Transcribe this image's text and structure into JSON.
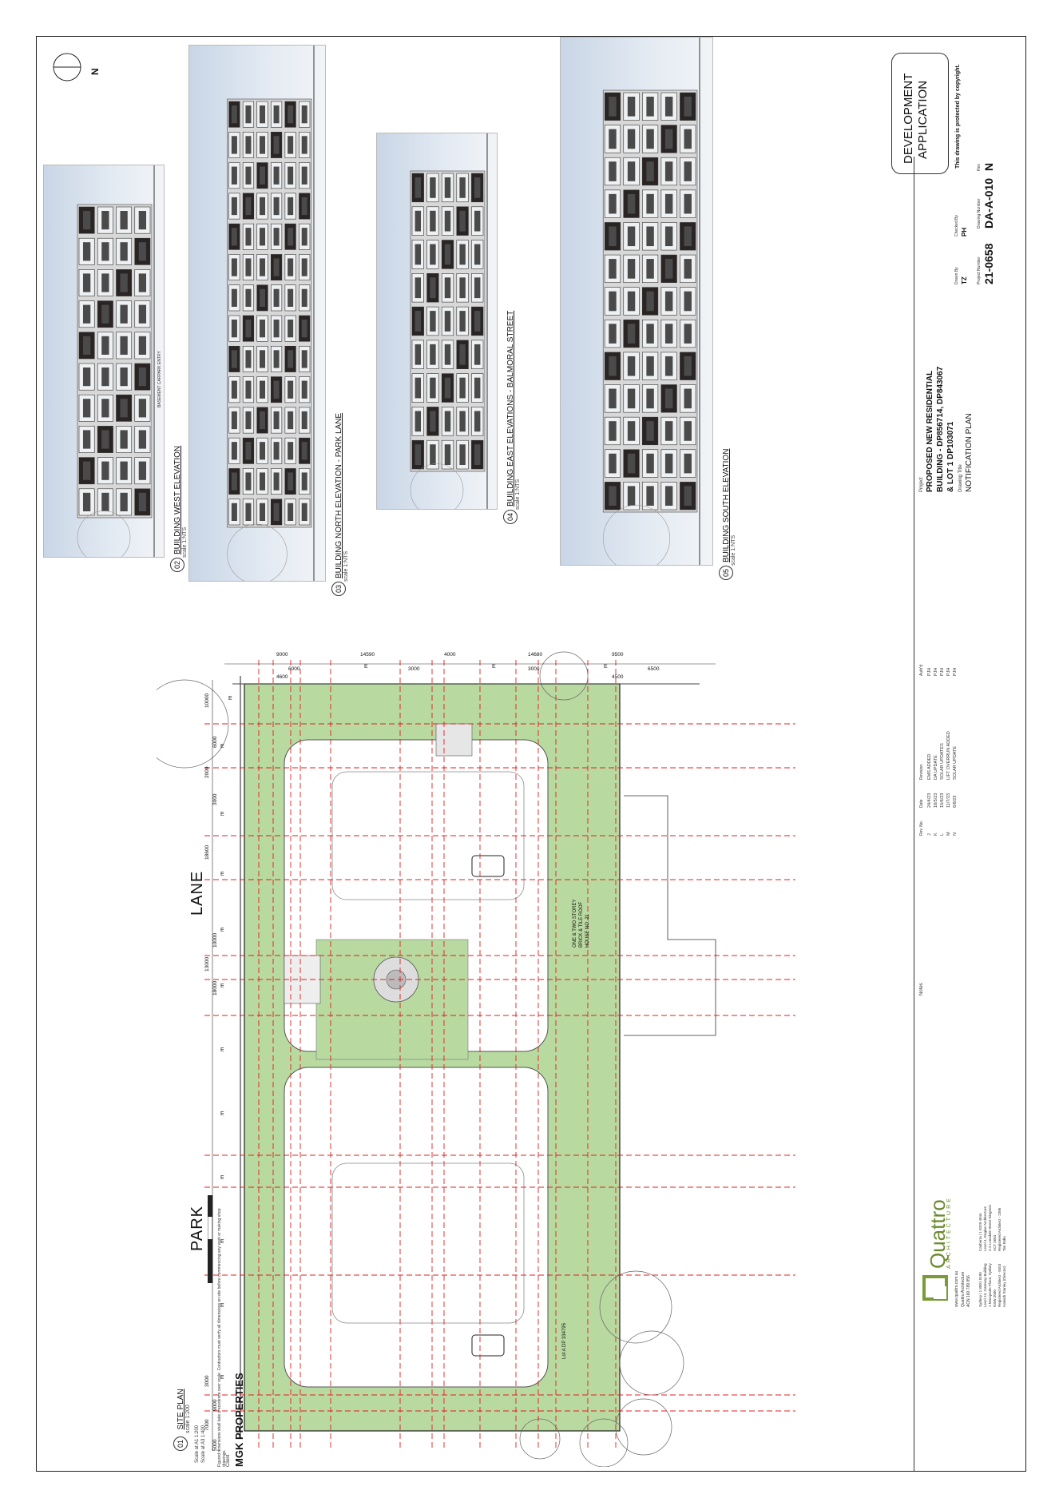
{
  "north": {
    "label": "N"
  },
  "stamp": {
    "line1": "DEVELOPMENT",
    "line2": "APPLICATION",
    "note": "This drawing is protected by copyright."
  },
  "elevations": [
    {
      "num": "02",
      "title": "BUILDING WEST ELEVATION",
      "scale": "scale 1:NTS",
      "note": "BASEMENT CARPARK ENTRY"
    },
    {
      "num": "03",
      "title": "BUILDING NORTH ELEVATION - PARK LANE",
      "scale": "scale 1:NTS"
    },
    {
      "num": "04",
      "title": "BUILDING EAST ELEVATIONS - BALMORAL STREET",
      "scale": "scale 1:NTS"
    },
    {
      "num": "05",
      "title": "BUILDING SOUTH ELEVATION",
      "scale": "scale 1:NTS"
    }
  ],
  "site_plan": {
    "num": "01",
    "title": "SITE PLAN",
    "scale": "scale 1:200",
    "street_park": "PARK",
    "street_lane": "LANE",
    "neighbour": "ONE & TWO STOREY BRICK & TILE ROOF HOUSE NO. 21",
    "lot_label": "Lot A DP 334795",
    "dims_top": [
      "9000",
      "14590",
      "4000",
      "14680",
      "9500"
    ],
    "dims_top2": [
      "6000",
      "3000",
      "3000",
      "6500"
    ],
    "dims_top3": [
      "4600",
      "4500"
    ],
    "dims_left": [
      "10000",
      "6000",
      "2000",
      "3000",
      "18600",
      "18000",
      "13000",
      "10000",
      "3000",
      "9000",
      "7000",
      "5000"
    ]
  },
  "title_block": {
    "scale_a1": "Scale at A1 1:200",
    "scale_a3": "Scale at A3 1:400",
    "scale_bar_labels": [
      "0m",
      "5",
      "10"
    ],
    "disclaimer": "Figured dimensions shall take precedence over scale. Contractors must verify all dimensions on site before commencing any work or making shop drawings.",
    "client_label": "Client",
    "client": "MGK PROPERTIES",
    "firm_name": "Quattro",
    "firm_sub": "ARCHITECTURE",
    "firm_web": "www.quattro.com.au",
    "firm_contact": [
      "Quattro Architecture",
      "ACN 160 789 856"
    ],
    "offices": [
      "Sydney | 1 8001 0190",
      "Level 13, Gateway Building",
      "1 Macquarie Place, Sydney",
      "NSW 2000",
      "Registered Architect - 8453",
      "Hamish Stanley (Director)",
      "Canberra | 1 8329 4844",
      "Level 4, Engine Architecture",
      "2-3 Lonsdale Street Kingston",
      "ACT 2604",
      "Registered Architect - 2386",
      "Tim Eidin"
    ],
    "notes_label": "Notes",
    "rev_headers": [
      "Rev. No.",
      "Date",
      "Revision",
      "Auth'd"
    ],
    "revisions": [
      [
        "J",
        "24/4/23",
        "EMS ADDED",
        "PJH"
      ],
      [
        "K",
        "18/5/23",
        "DA UPDATE",
        "PJH"
      ],
      [
        "L",
        "15/6/23",
        "SOLAR UPDATES",
        "PJH"
      ],
      [
        "M",
        "11/7/23",
        "LIFT OVERRUN ADDED",
        "PJH"
      ],
      [
        "N",
        "6/8/23",
        "SOLAR UPDATE",
        "PJH"
      ]
    ],
    "project_label": "Project",
    "project": [
      "PROPOSED NEW RESIDENTIAL",
      "BUILDING - DP856714, DP843067",
      "& LOT 1 DP103071"
    ],
    "drawing_title_label": "Drawing Title",
    "drawing_title": "NOTIFICATION PLAN",
    "drawn_by_label": "Drawn By",
    "drawn_by": "TZ",
    "checked_by_label": "Checked By",
    "checked_by": "PH",
    "project_number_label": "Project Number",
    "project_number": "21-0658",
    "drawing_number_label": "Drawing Number",
    "drawing_number": "DA-A-010",
    "rev_label": "Rev",
    "rev": "N"
  }
}
